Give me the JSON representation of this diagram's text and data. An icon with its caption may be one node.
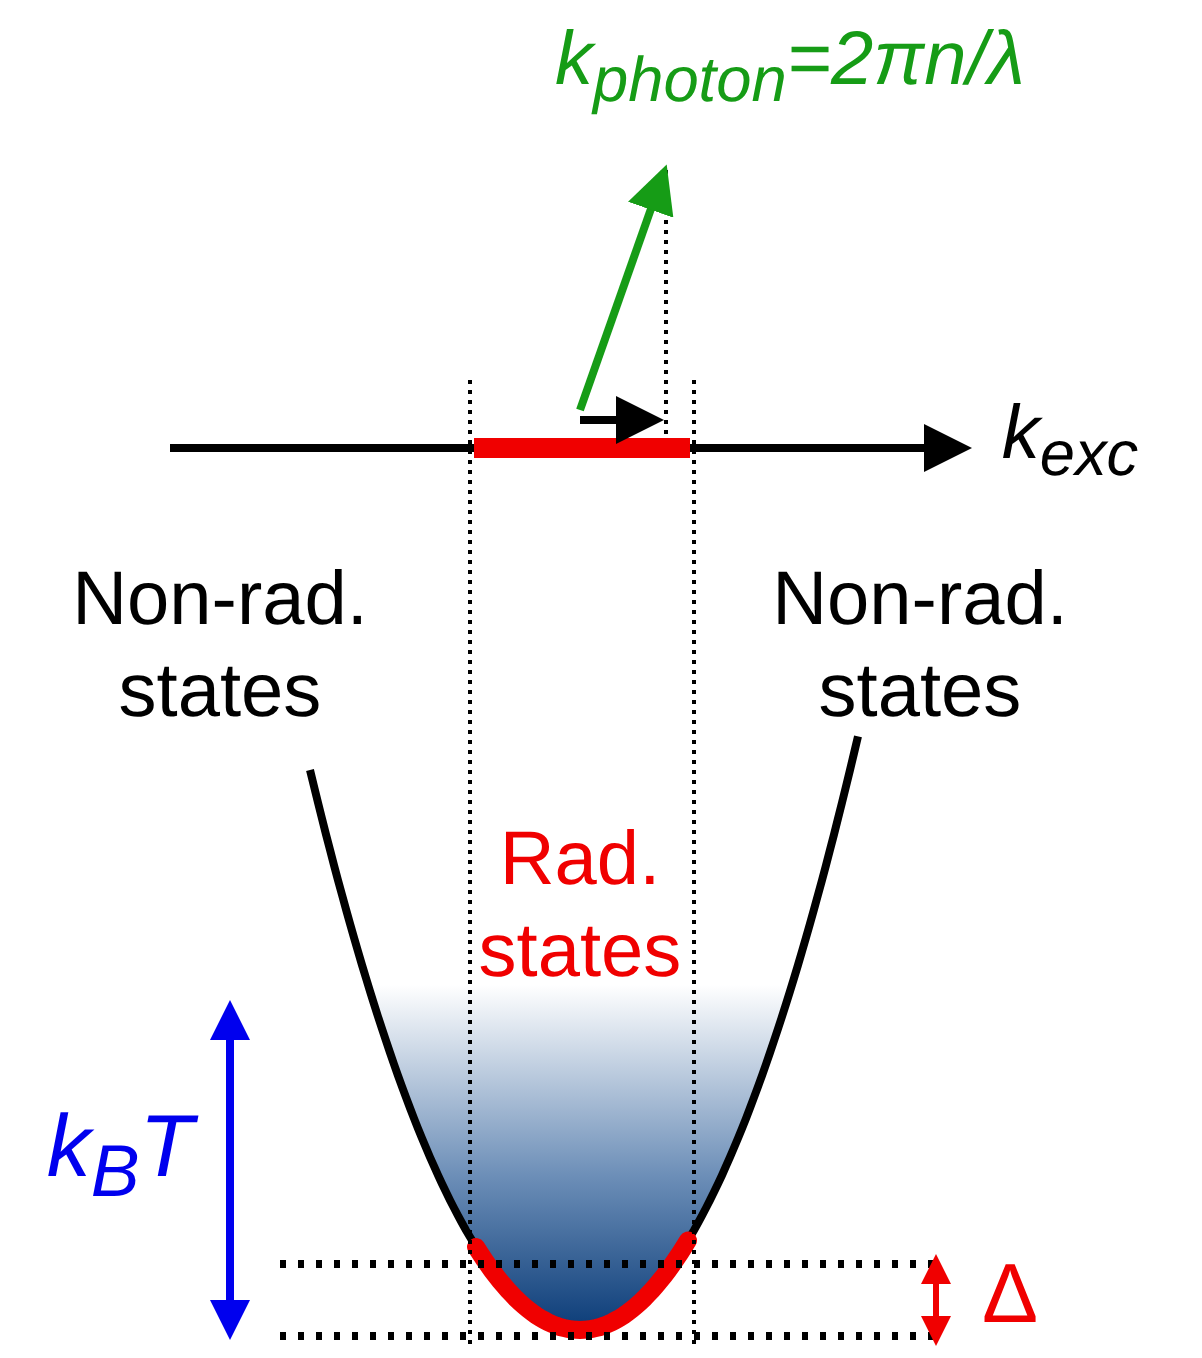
{
  "diagram": {
    "labels": [
      "k$_{photon}$=2πn/λ",
      "k$_{exc}$",
      "Non-rad. states",
      "Non-rad. states",
      "Rad. states",
      "k$_{B}$T",
      "Δ"
    ]
  }
}
